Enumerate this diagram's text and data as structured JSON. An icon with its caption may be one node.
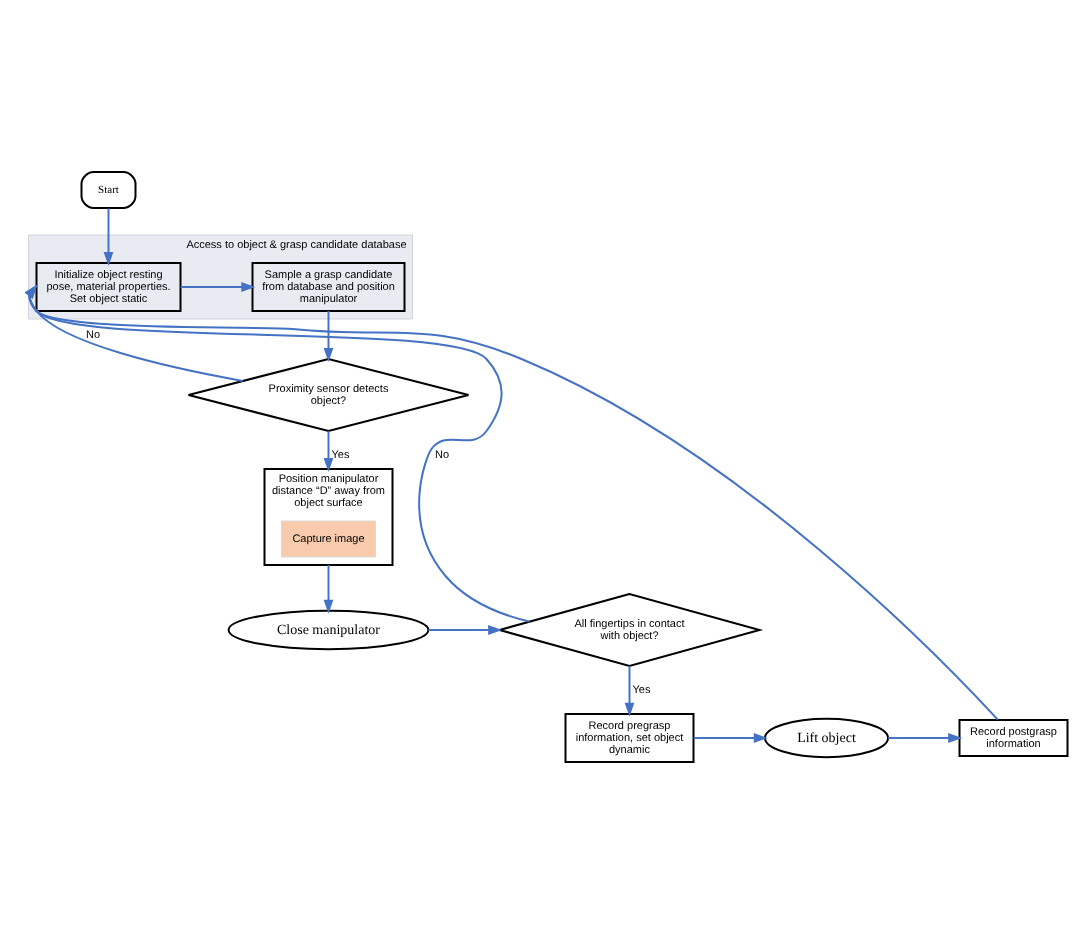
{
  "diagram": {
    "nodes": [
      {
        "text": [
          "Start"
        ]
      },
      {
        "text": [
          "Access to object & grasp candidate database"
        ]
      },
      {
        "text": [
          "Initialize object resting pose, material properties. Set object static"
        ],
        "in": 1
      },
      {
        "text": [
          "Sample a grasp candidate from database and position manipulator"
        ],
        "in": 1
      },
      {
        "text": [
          "Proximity sensor detects object?"
        ]
      },
      {
        "text": [
          "Position manipulator distance “D” away from object surface"
        ]
      },
      {
        "text": [
          "Capture image"
        ],
        "in": 5
      },
      {
        "text": [
          "Close manipulator"
        ]
      },
      {
        "text": [
          "All fingertips in contact with object?"
        ]
      },
      {
        "text": [
          "Record pregrasp information, set object dynamic"
        ]
      },
      {
        "text": [
          "Lift object"
        ]
      },
      {
        "text": [
          "Record postgrasp information"
        ]
      }
    ],
    "edges": [
      {
        "from": 0,
        "to": 2,
        "arrow": "to"
      },
      {
        "from": 2,
        "to": 3,
        "arrow": "to"
      },
      {
        "from": 3,
        "to": 4,
        "arrow": "to"
      },
      {
        "from": 4,
        "to": 2,
        "arrow": "to",
        "label": "No"
      },
      {
        "from": 4,
        "to": 5,
        "arrow": "to",
        "label": "Yes"
      },
      {
        "from": 5,
        "to": 7,
        "arrow": "to"
      },
      {
        "from": 7,
        "to": 8,
        "arrow": "to"
      },
      {
        "from": 8,
        "to": 2,
        "arrow": "to",
        "label": "No"
      },
      {
        "from": 8,
        "to": 9,
        "arrow": "to",
        "label": "Yes"
      },
      {
        "from": 9,
        "to": 10,
        "arrow": "to"
      },
      {
        "from": 10,
        "to": 11,
        "arrow": "to"
      },
      {
        "from": 11,
        "to": 2,
        "arrow": "to"
      }
    ]
  }
}
